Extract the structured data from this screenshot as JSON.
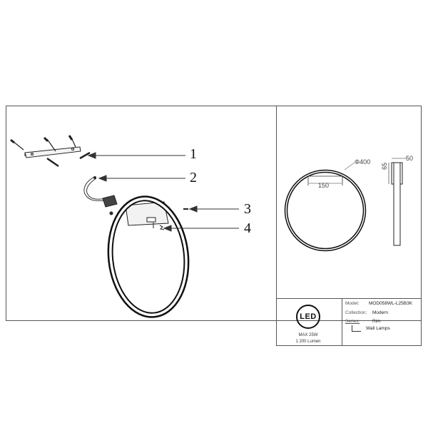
{
  "callouts": [
    "1",
    "2",
    "3",
    "4"
  ],
  "dimensions": {
    "diameter": "Φ400",
    "center_width": "150",
    "depth": "50",
    "height": "65"
  },
  "badge": {
    "logo": "LED",
    "power": "MAX 25W",
    "lumen": "1 200 Lumen"
  },
  "info": {
    "model_label": "Model:",
    "model_value": "MOD058WL-L25B3K",
    "collection_label": "Collection:",
    "collection_value": "Modern",
    "series_label": "Series:",
    "series_value": "Rim",
    "type_value": "Wall Lamps"
  }
}
